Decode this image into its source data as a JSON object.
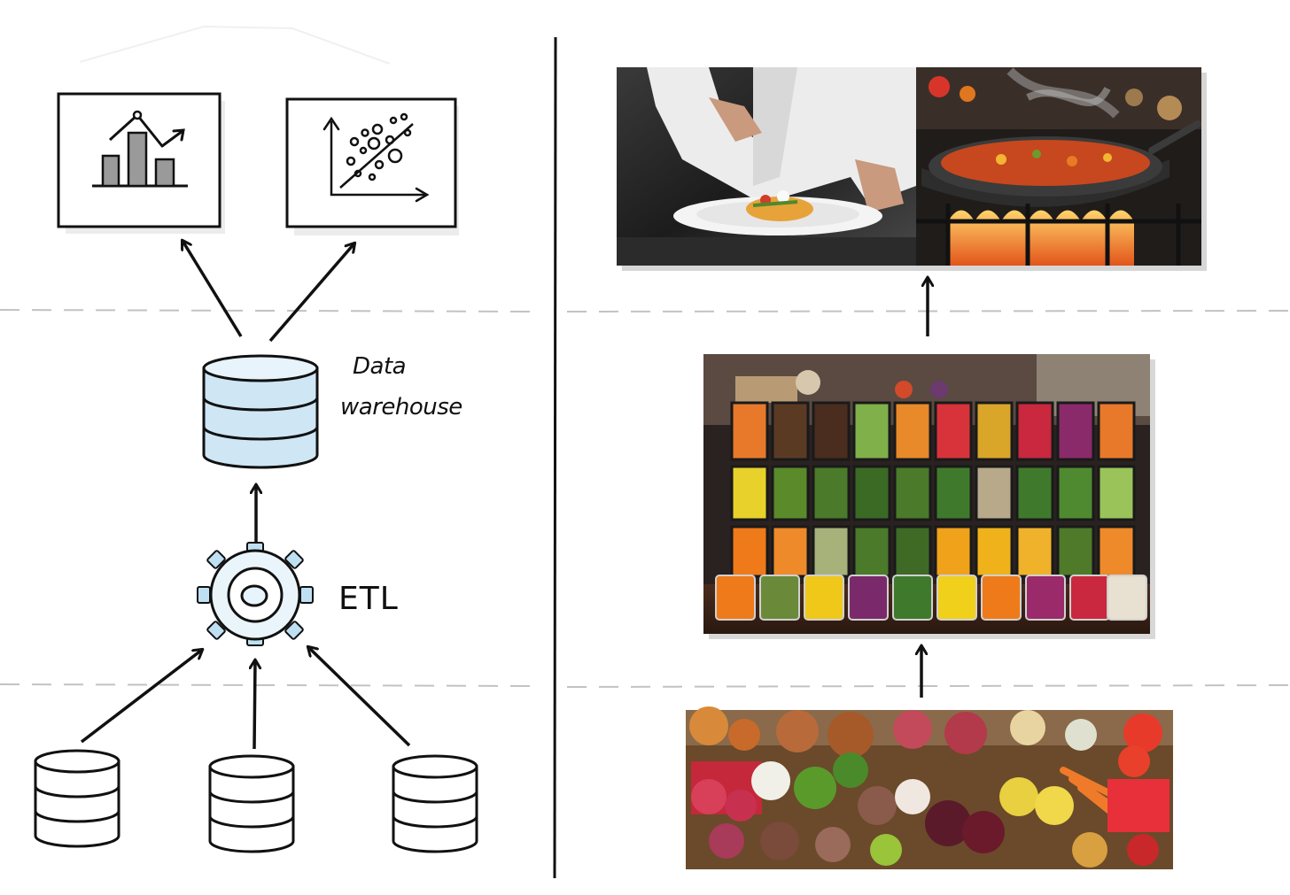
{
  "labels": {
    "data_warehouse_line1": "Data",
    "data_warehouse_line2": "warehouse",
    "etl": "ETL"
  },
  "colors": {
    "ink": "#111111",
    "warehouse_fill": "#cfe6f5",
    "gear_fill": "#bfe0f2",
    "dash": "#bdbdbd",
    "frame_shadow": "#e2e2e2"
  },
  "icons": {
    "dashboard_bar": "bar-chart-icon",
    "dashboard_scatter": "scatter-plot-icon",
    "warehouse": "database-icon",
    "etl": "gear-icon",
    "sources": "database-icon"
  },
  "photos": {
    "serve": "chef-plating-and-cooking-photo",
    "prep": "prepped-ingredients-in-containers-photo",
    "raw": "fresh-produce-market-photo"
  }
}
